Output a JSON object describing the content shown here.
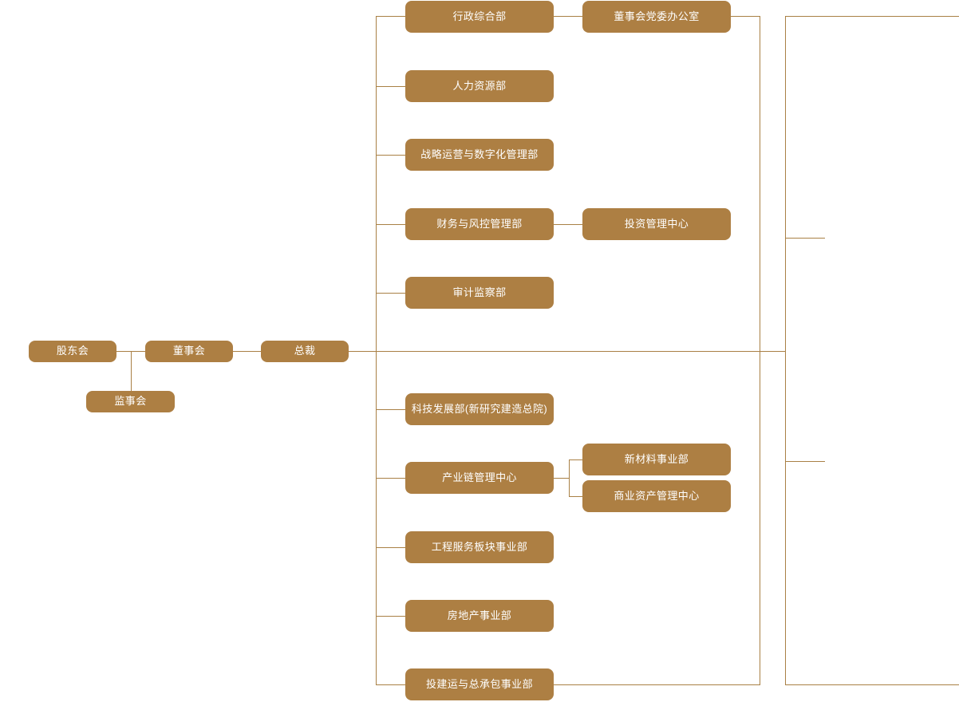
{
  "chart_type": "org-chart",
  "theme": {
    "node_fill": "#ad7f43",
    "node_text": "#ffffff",
    "connector": "#a98045",
    "background": "#ffffff"
  },
  "governance": {
    "shareholders": "股东会",
    "board": "董事会",
    "supervisors": "监事会",
    "president": "总裁"
  },
  "functional_departments": [
    {
      "label": "行政综合部"
    },
    {
      "label": "人力资源部"
    },
    {
      "label": "战略运营与数字化管理部"
    },
    {
      "label": "财务与风控管理部"
    },
    {
      "label": "审计监察部"
    }
  ],
  "business_units": [
    {
      "label": "科技发展部(新研究建造总院)"
    },
    {
      "label": "产业链管理中心"
    },
    {
      "label": "工程服务板块事业部"
    },
    {
      "label": "房地产事业部"
    },
    {
      "label": "投建运与总承包事业部"
    }
  ],
  "sub_units": [
    {
      "label": "董事会党委办公室",
      "parent": "行政综合部"
    },
    {
      "label": "投资管理中心",
      "parent": "财务与风控管理部"
    },
    {
      "label": "新材料事业部",
      "parent": "产业链管理中心"
    },
    {
      "label": "商业资产管理中心",
      "parent": "产业链管理中心"
    }
  ]
}
